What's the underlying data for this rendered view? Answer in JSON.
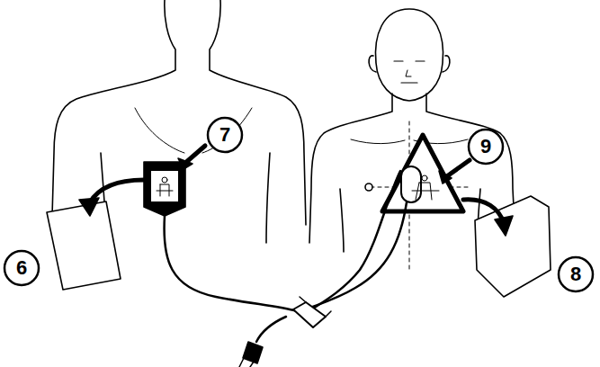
{
  "diagram": {
    "labels": [
      "7",
      "6",
      "9",
      "8"
    ]
  }
}
